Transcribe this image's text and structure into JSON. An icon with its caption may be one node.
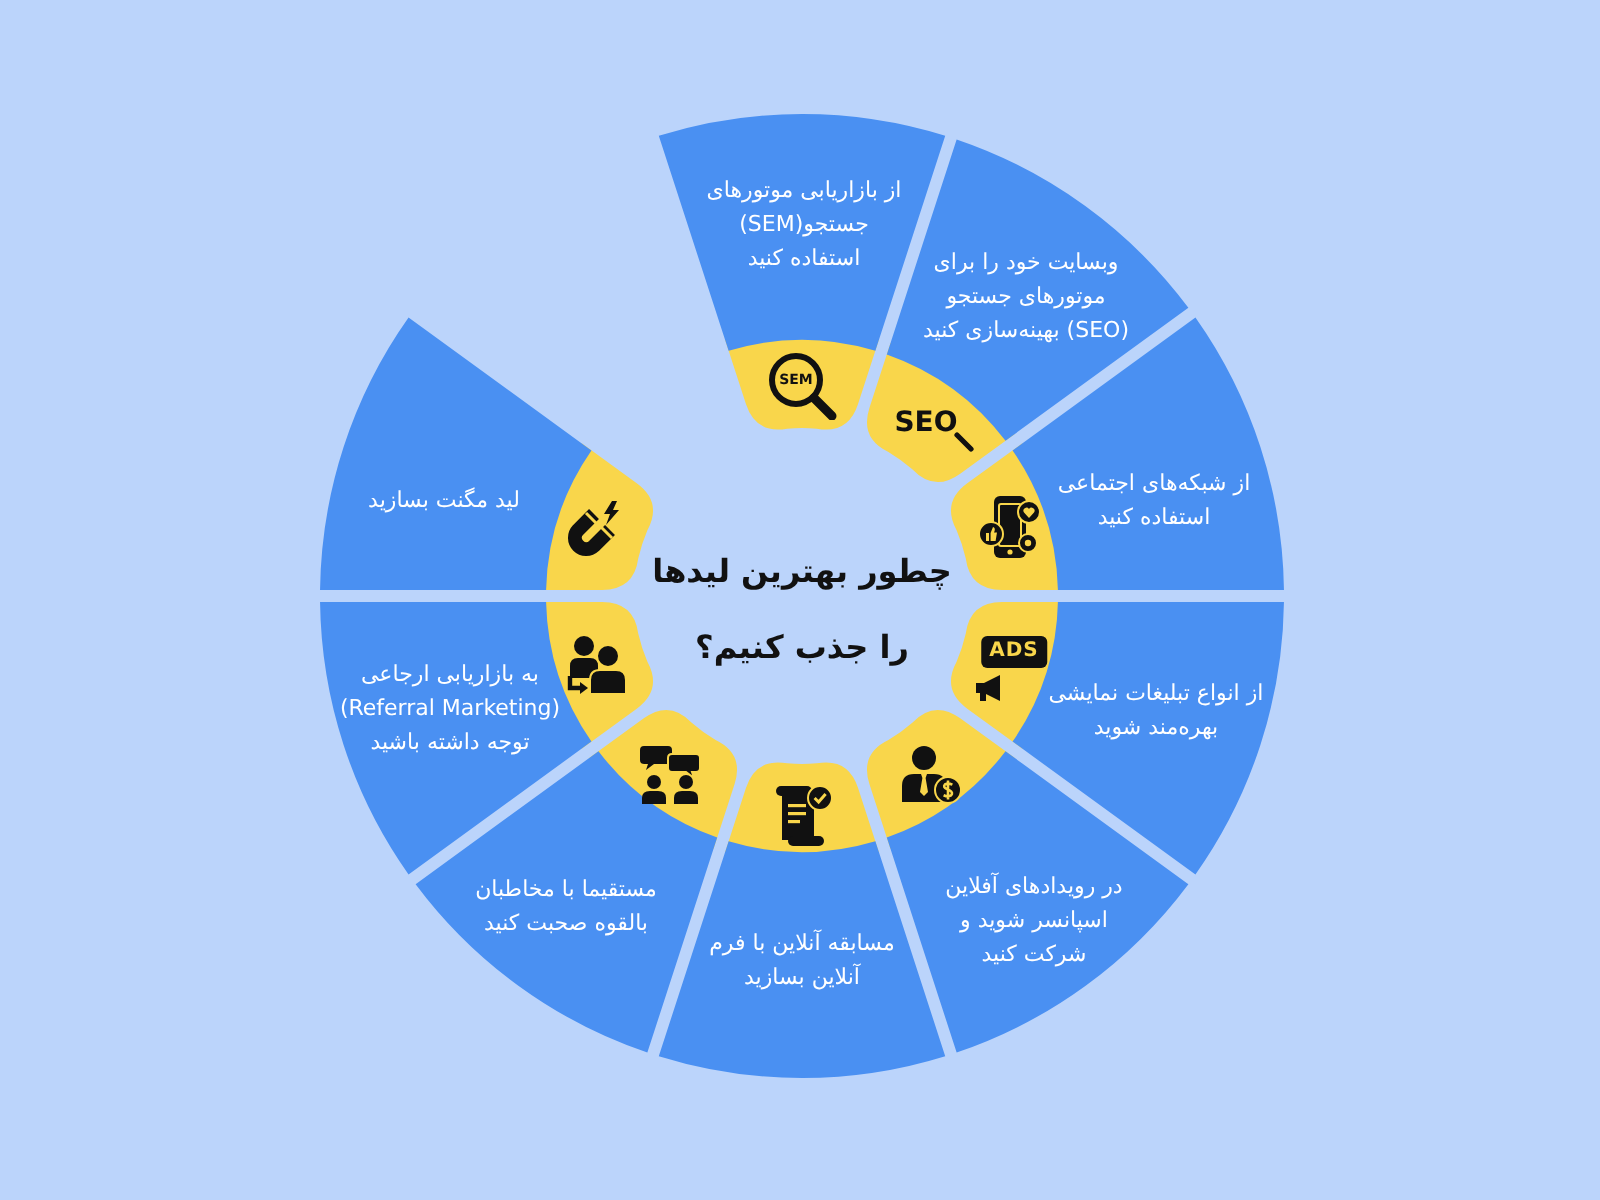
{
  "diagram": {
    "title": "چطور بهترین لیدها را جذب کنیم؟",
    "nodes": [
      {
        "text": [
          "از بازاریابی موتورهای جستجو(SEM) استفاده کنید",
          "SEM"
        ]
      },
      {
        "text": [
          "وبسایت خود را برای موتورهای جستجو (SEO) بهینه‌سازی کنید",
          "SEO"
        ]
      },
      {
        "text": [
          "از شبکه‌های اجتماعی استفاده کنید"
        ]
      },
      {
        "text": [
          "از انواع تبلیغات نمایشی بهره‌مند شوید",
          "ADS"
        ]
      },
      {
        "text": [
          "در رویدادهای آفلاین اسپانسر شوید و شرکت کنید"
        ]
      },
      {
        "text": [
          "مسابقه آنلاین با فرم آنلاین بسازید"
        ]
      },
      {
        "text": [
          "مستقیما با مخاطبان بالقوه صحبت کنید"
        ]
      },
      {
        "text": [
          "به بازاریابی ارجاعی (Referral Marketing) توجه داشته باشید"
        ]
      },
      {
        "text": [
          "لید مگنت بسازید"
        ]
      }
    ]
  }
}
